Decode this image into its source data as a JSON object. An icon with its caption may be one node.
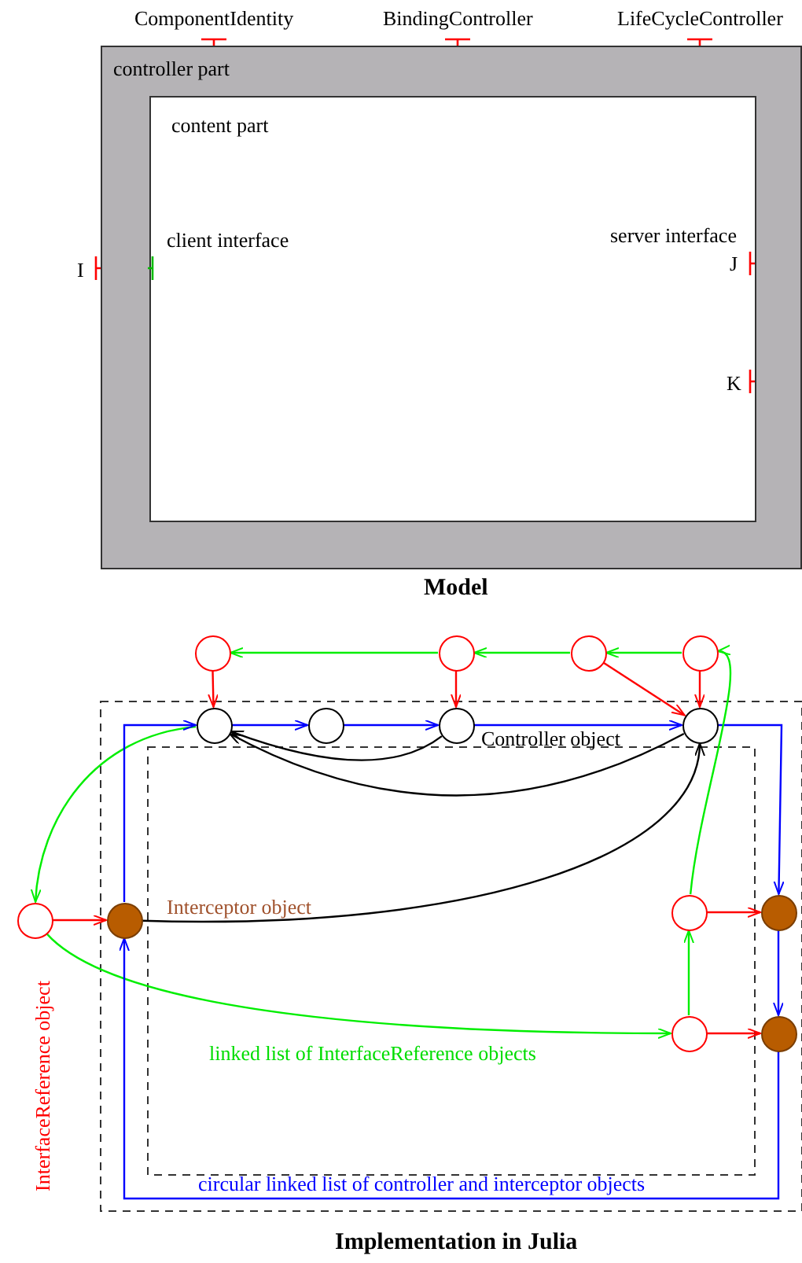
{
  "diagram": {
    "nodes": [
      {
        "text": [
          "controller part"
        ]
      },
      {
        "text": [
          "content part"
        ],
        "in": 0
      },
      {
        "text": [],
        "shape": "circle"
      },
      {
        "text": [],
        "shape": "circle"
      },
      {
        "text": [],
        "shape": "circle"
      },
      {
        "text": [],
        "shape": "circle"
      },
      {
        "text": [],
        "shape": "circle"
      },
      {
        "text": [],
        "shape": "circle"
      },
      {
        "text": [],
        "shape": "circle"
      },
      {
        "text": [],
        "shape": "circle"
      },
      {
        "text": [],
        "shape": "circle"
      },
      {
        "text": [],
        "shape": "circle"
      },
      {
        "text": [],
        "shape": "circle"
      },
      {
        "text": [],
        "shape": "circle"
      },
      {
        "text": [],
        "shape": "circle"
      },
      {
        "text": [],
        "shape": "circle"
      }
    ],
    "edges": [
      {
        "from": 5,
        "to": 4,
        "arrow": "to",
        "color": "#00ee00"
      },
      {
        "from": 4,
        "to": 3,
        "arrow": "to",
        "color": "#00ee00"
      },
      {
        "from": 3,
        "to": 2,
        "arrow": "to",
        "color": "#00ee00"
      },
      {
        "from": 2,
        "to": 6,
        "arrow": "to",
        "color": "#ff0000"
      },
      {
        "from": 3,
        "to": 8,
        "arrow": "to",
        "color": "#ff0000"
      },
      {
        "from": 4,
        "to": 9,
        "arrow": "to",
        "color": "#ff0000"
      },
      {
        "from": 5,
        "to": 9,
        "arrow": "to",
        "color": "#ff0000"
      },
      {
        "from": 6,
        "to": 7,
        "arrow": "to",
        "color": "#0000ff"
      },
      {
        "from": 7,
        "to": 8,
        "arrow": "to",
        "color": "#0000ff"
      },
      {
        "from": 8,
        "to": 9,
        "arrow": "to",
        "color": "#0000ff"
      },
      {
        "from": 8,
        "to": 6,
        "arrow": "to",
        "color": "#000000"
      },
      {
        "from": 9,
        "to": 6,
        "arrow": "to",
        "color": "#000000"
      },
      {
        "from": 6,
        "to": 10,
        "arrow": "to",
        "color": "#00ee00"
      },
      {
        "from": 9,
        "to": 13,
        "arrow": "to",
        "color": "#0000ff"
      },
      {
        "from": 10,
        "to": 11,
        "arrow": "to",
        "color": "#ff0000"
      },
      {
        "from": 11,
        "to": 9,
        "arrow": "to",
        "color": "#000000"
      },
      {
        "from": 12,
        "to": 13,
        "arrow": "to",
        "color": "#ff0000"
      },
      {
        "from": 13,
        "to": 15,
        "arrow": "to",
        "color": "#0000ff"
      },
      {
        "from": 10,
        "to": 14,
        "arrow": "to",
        "color": "#00ee00"
      },
      {
        "from": 14,
        "to": 12,
        "arrow": "to",
        "color": "#00ee00"
      },
      {
        "from": 12,
        "to": 5,
        "arrow": "to",
        "color": "#00ee00"
      },
      {
        "from": 14,
        "to": 15,
        "arrow": "to",
        "color": "#ff0000"
      },
      {
        "from": 15,
        "to": 11,
        "arrow": "to",
        "color": "#0000ff"
      },
      {
        "from": 11,
        "to": 6,
        "arrow": "to",
        "color": "#0000ff"
      }
    ],
    "labels": [
      "ComponentIdentity",
      "BindingController",
      "LifeCycleController",
      "I",
      "client interface",
      "server interface",
      "J",
      "K",
      "Model",
      "Controller object",
      "Interceptor object",
      "linked list of InterfaceReference objects",
      "circular linked list of controller and interceptor objects",
      "InterfaceReference object",
      "Implementation in Julia"
    ]
  }
}
